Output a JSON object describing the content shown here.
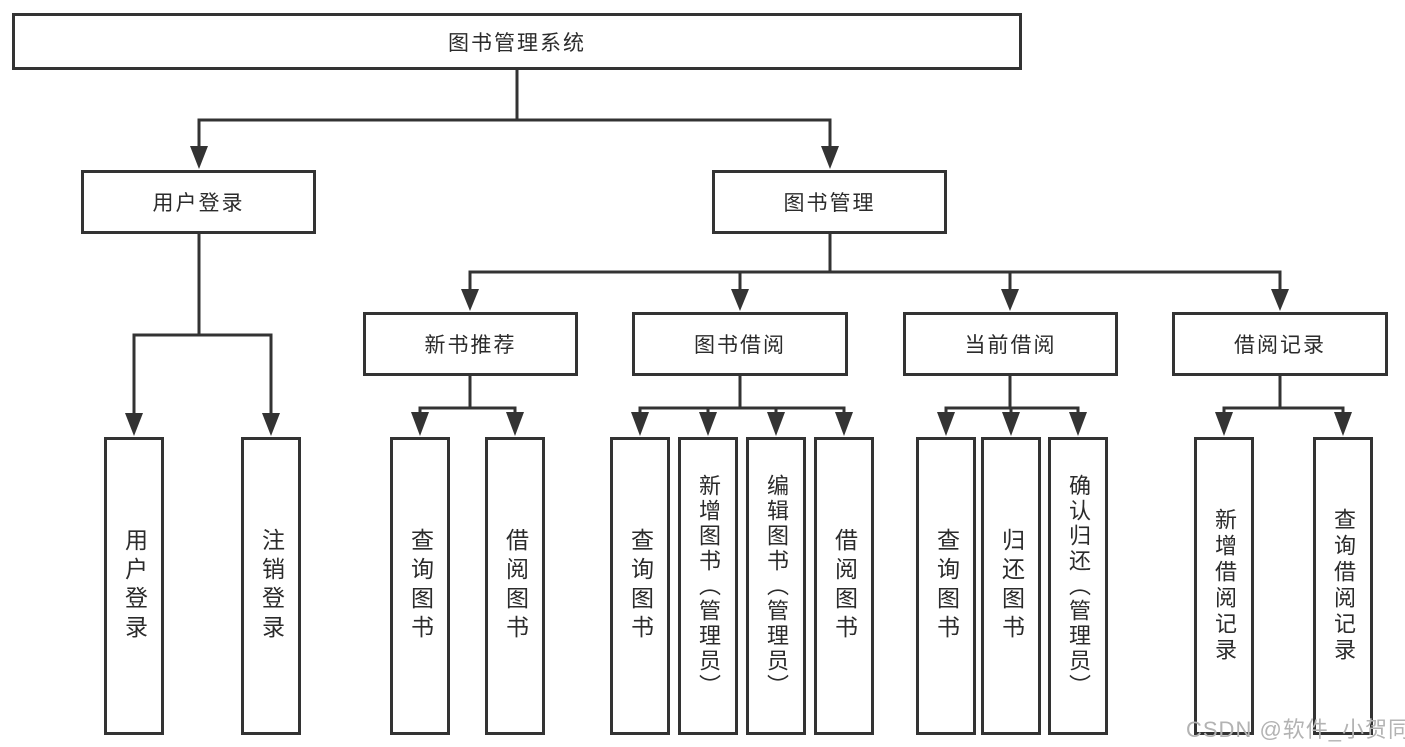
{
  "tree": {
    "label": "图书管理系统",
    "children": [
      {
        "label": "用户登录",
        "children": [
          {
            "label": "用户登录"
          },
          {
            "label": "注销登录"
          }
        ]
      },
      {
        "label": "图书管理",
        "children": [
          {
            "label": "新书推荐",
            "children": [
              {
                "label": "查询图书"
              },
              {
                "label": "借阅图书"
              }
            ]
          },
          {
            "label": "图书借阅",
            "children": [
              {
                "label": "查询图书"
              },
              {
                "label": "新增图书（管理员）"
              },
              {
                "label": "编辑图书（管理员）"
              },
              {
                "label": "借阅图书"
              }
            ]
          },
          {
            "label": "当前借阅",
            "children": [
              {
                "label": "查询图书"
              },
              {
                "label": "归还图书"
              },
              {
                "label": "确认归还（管理员）"
              }
            ]
          },
          {
            "label": "借阅记录",
            "children": [
              {
                "label": "新增借阅记录"
              },
              {
                "label": "查询借阅记录"
              }
            ]
          }
        ]
      }
    ]
  },
  "watermark": {
    "text": "CSDN @软件_小贺同学"
  },
  "colors": {
    "line": "#333333",
    "box_border": "#333333",
    "text": "#2b2b2b",
    "watermark": "#b3b3b3",
    "background": "#ffffff"
  }
}
